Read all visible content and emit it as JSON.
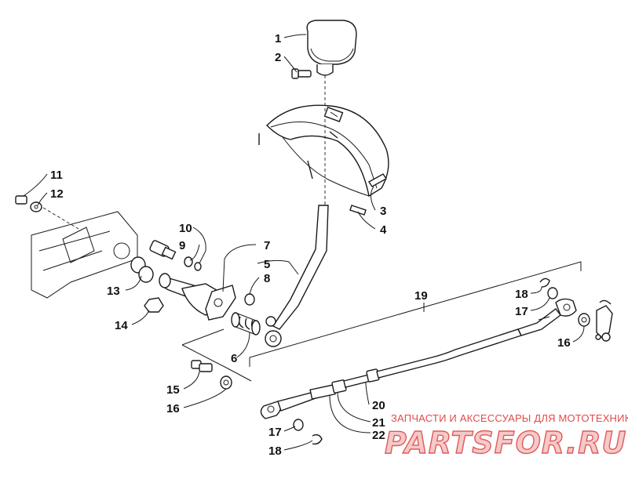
{
  "callouts": {
    "c1": "1",
    "c2": "2",
    "c3": "3",
    "c4": "4",
    "c5": "5",
    "c6": "6",
    "c7": "7",
    "c8": "8",
    "c9": "9",
    "c10": "10",
    "c11": "11",
    "c12": "12",
    "c13": "13",
    "c14": "14",
    "c15": "15",
    "c16a": "16",
    "c16b": "16",
    "c17a": "17",
    "c17b": "17",
    "c18a": "18",
    "c18b": "18",
    "c19": "19",
    "c20": "20",
    "c21": "21",
    "c22": "22"
  },
  "watermark": {
    "subtitle": "ЗАПЧАСТИ И АКСЕССУАРЫ ДЛЯ МОТОТЕХНИКИ",
    "brand": "PARTSFOR.RU"
  },
  "colors": {
    "ink": "#1a1a1a",
    "watermark_red": "#e24a4a",
    "background": "#ffffff"
  }
}
